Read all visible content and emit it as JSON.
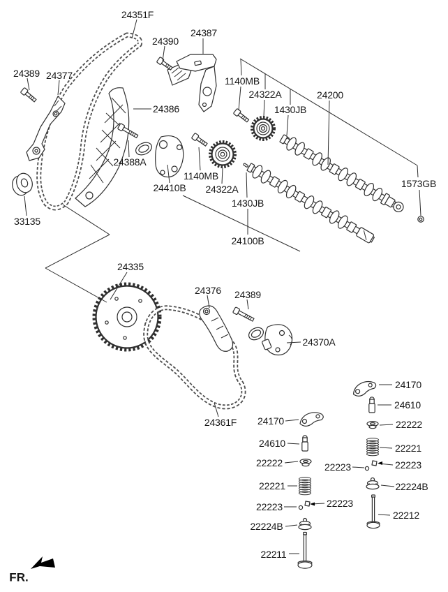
{
  "diagram": {
    "type": "exploded-parts-diagram",
    "background": "#ffffff",
    "line_color": "#2e2e2e",
    "arrow_color": "#000000",
    "fr_indicator": "FR.",
    "labels": [
      {
        "text": "24351F"
      },
      {
        "text": "24390"
      },
      {
        "text": "24387"
      },
      {
        "text": "24389"
      },
      {
        "text": "24377"
      },
      {
        "text": "24386"
      },
      {
        "text": "24388A"
      },
      {
        "text": "24410B"
      },
      {
        "text": "1140MB"
      },
      {
        "text": "24322A"
      },
      {
        "text": "1430JB"
      },
      {
        "text": "24200"
      },
      {
        "text": "1573GB"
      },
      {
        "text": "1140MB"
      },
      {
        "text": "24322A"
      },
      {
        "text": "1430JB"
      },
      {
        "text": "24100B"
      },
      {
        "text": "33135"
      },
      {
        "text": "24335"
      },
      {
        "text": "24376"
      },
      {
        "text": "24389"
      },
      {
        "text": "24370A"
      },
      {
        "text": "24361F"
      },
      {
        "text": "24170"
      },
      {
        "text": "24610"
      },
      {
        "text": "22222"
      },
      {
        "text": "22221"
      },
      {
        "text": "22223"
      },
      {
        "text": "22223"
      },
      {
        "text": "22224B"
      },
      {
        "text": "22211"
      },
      {
        "text": "24170"
      },
      {
        "text": "24610"
      },
      {
        "text": "22222"
      },
      {
        "text": "22221"
      },
      {
        "text": "22223"
      },
      {
        "text": "22223"
      },
      {
        "text": "22224B"
      },
      {
        "text": "22212"
      }
    ]
  }
}
